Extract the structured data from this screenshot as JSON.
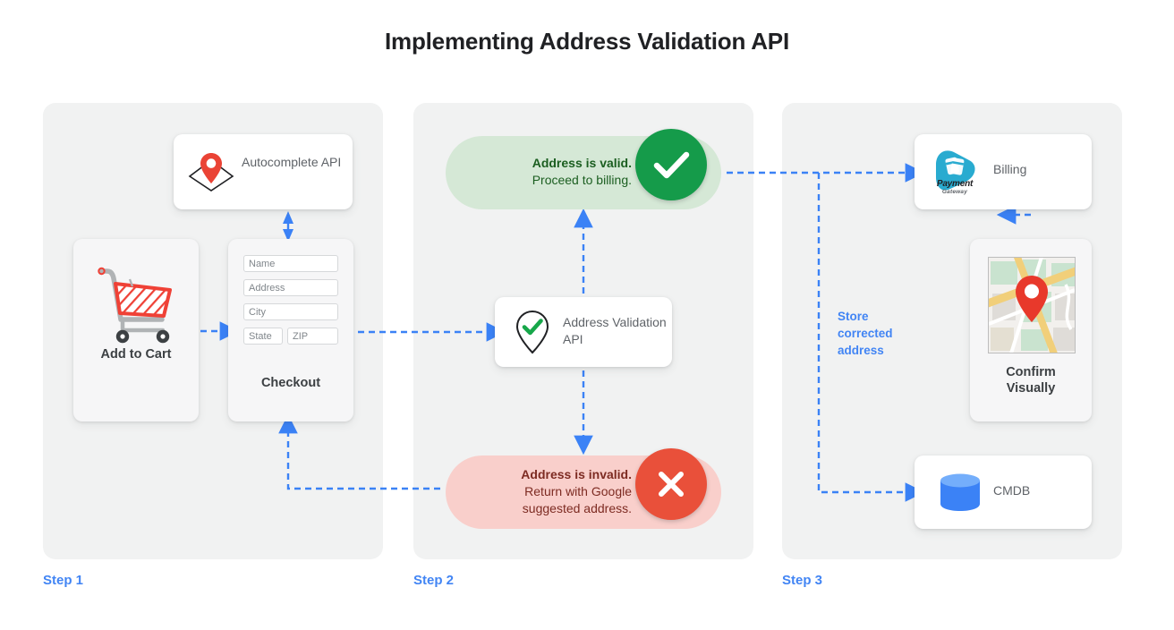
{
  "page": {
    "title": "Implementing Address Validation API",
    "accent_blue": "#4285f4",
    "background": "#ffffff",
    "panel_background": "#f1f2f2"
  },
  "steps": [
    {
      "id": "step1",
      "label": "Step 1"
    },
    {
      "id": "step2",
      "label": "Step 2"
    },
    {
      "id": "step3",
      "label": "Step 3"
    }
  ],
  "step1": {
    "autocomplete_card": {
      "label": "Autocomplete API",
      "icon": "map-pin-diamond-icon"
    },
    "cart_card": {
      "label": "Add to Cart",
      "icon": "shopping-cart-icon"
    },
    "checkout_card": {
      "label": "Checkout",
      "fields": [
        {
          "name": "name",
          "placeholder": "Name"
        },
        {
          "name": "address",
          "placeholder": "Address"
        },
        {
          "name": "city",
          "placeholder": "City"
        },
        {
          "name": "state",
          "placeholder": "State"
        },
        {
          "name": "zip",
          "placeholder": "ZIP"
        }
      ]
    }
  },
  "step2": {
    "valid_pill": {
      "headline": "Address is valid.",
      "detail": "Proceed to billing.",
      "badge_icon": "check-icon",
      "fill": "#d5e8d6",
      "badge_color": "#159b4a",
      "text_color": "#1b5e20"
    },
    "validation_card": {
      "label": "Address Validation API",
      "icon": "pin-check-icon"
    },
    "invalid_pill": {
      "headline": "Address is invalid.",
      "detail_line1": "Return with Google",
      "detail_line2": "suggested address.",
      "badge_icon": "close-icon",
      "fill": "#f9cfcb",
      "badge_color": "#e9503a",
      "text_color": "#7d2b22"
    }
  },
  "step3": {
    "billing_card": {
      "label": "Billing",
      "logo_name": "Payment",
      "logo_sub": "Gateway",
      "icon": "payment-gateway-logo"
    },
    "confirm_card": {
      "label_line1": "Confirm",
      "label_line2": "Visually",
      "icon": "map-thumbnail-with-pin"
    },
    "cmdb_card": {
      "label": "CMDB",
      "icon": "database-icon"
    },
    "store_note": "Store corrected address"
  }
}
